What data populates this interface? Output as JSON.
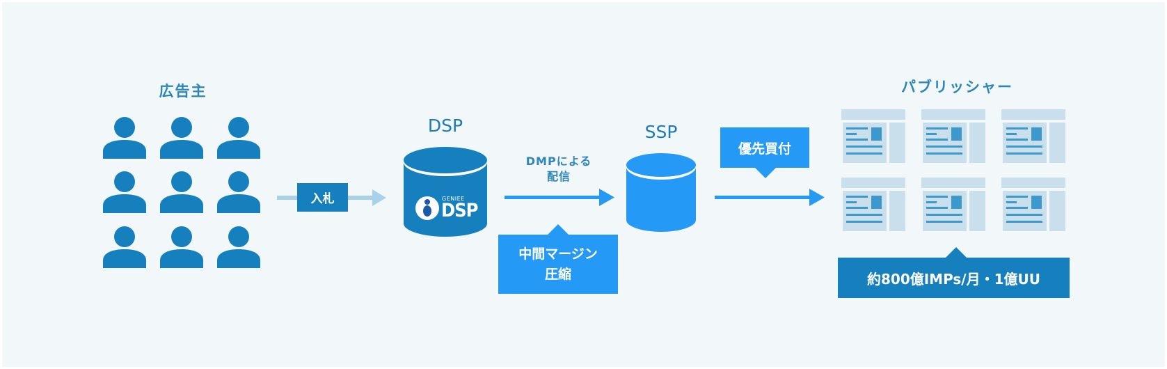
{
  "colors": {
    "background": "#f2f7fa",
    "primary_dark": "#1580bd",
    "primary_bright": "#2499f5",
    "arrow_light": "#a9d2ea",
    "publisher_light": "#c9dfec",
    "publisher_accent": "#3d98cb",
    "text_blue": "#2b86ba"
  },
  "advertiser": {
    "title": "広告主",
    "icon": "person-icon",
    "count": 9
  },
  "bid": {
    "label": "入札"
  },
  "dsp": {
    "title": "DSP",
    "logo_small": "GENIEE",
    "logo_large": "DSP",
    "icon": "database-cylinder-icon"
  },
  "dmp": {
    "caption_line1": "DMPによる",
    "caption_line2": "配信"
  },
  "margin": {
    "line1": "中間マージン",
    "line2": "圧縮"
  },
  "ssp": {
    "title": "SSP",
    "icon": "database-cylinder-icon"
  },
  "priority": {
    "label": "優先買付"
  },
  "publisher": {
    "title": "パブリッシャー",
    "icon": "web-page-icon",
    "count": 6,
    "stats": "約800億IMPs/月・1億UU"
  }
}
